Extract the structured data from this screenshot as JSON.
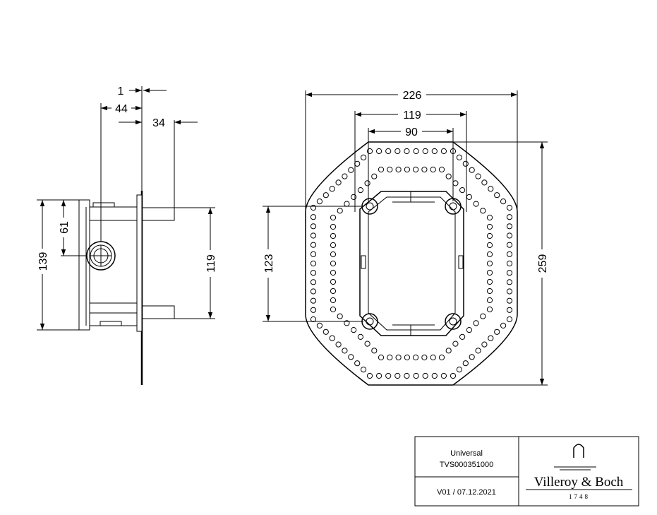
{
  "side_view": {
    "dimensions": {
      "wall_offset": "1",
      "depth_left": "44",
      "depth_right": "34",
      "height_total": "139",
      "height_center": "61",
      "height_body": "119"
    }
  },
  "front_view": {
    "dimensions": {
      "width_total": "226",
      "width_mid": "119",
      "width_inner": "90",
      "height_inner": "123",
      "height_total": "259"
    }
  },
  "title_block": {
    "product_name": "Universal",
    "article_number": "TVS000351000",
    "version_date": "V01 / 07.12.2021",
    "brand_name": "Villeroy & Boch",
    "brand_year": "1748"
  }
}
